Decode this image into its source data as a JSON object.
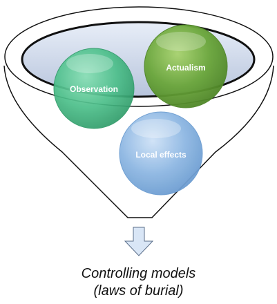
{
  "circles": [
    {
      "label": "Observation",
      "color": "#4cbf8a"
    },
    {
      "label": "Actualism",
      "color": "#6aa63a"
    },
    {
      "label": "Local effects",
      "color": "#8fb8e3"
    }
  ],
  "funnel": {
    "outline_color": "#111111",
    "rim_fill": "#cfd8ea",
    "arrow_fill": "#d9e6f6",
    "arrow_stroke": "#5b6f8a"
  },
  "caption": {
    "line1": "Controlling models",
    "line2": "(laws of burial)"
  }
}
